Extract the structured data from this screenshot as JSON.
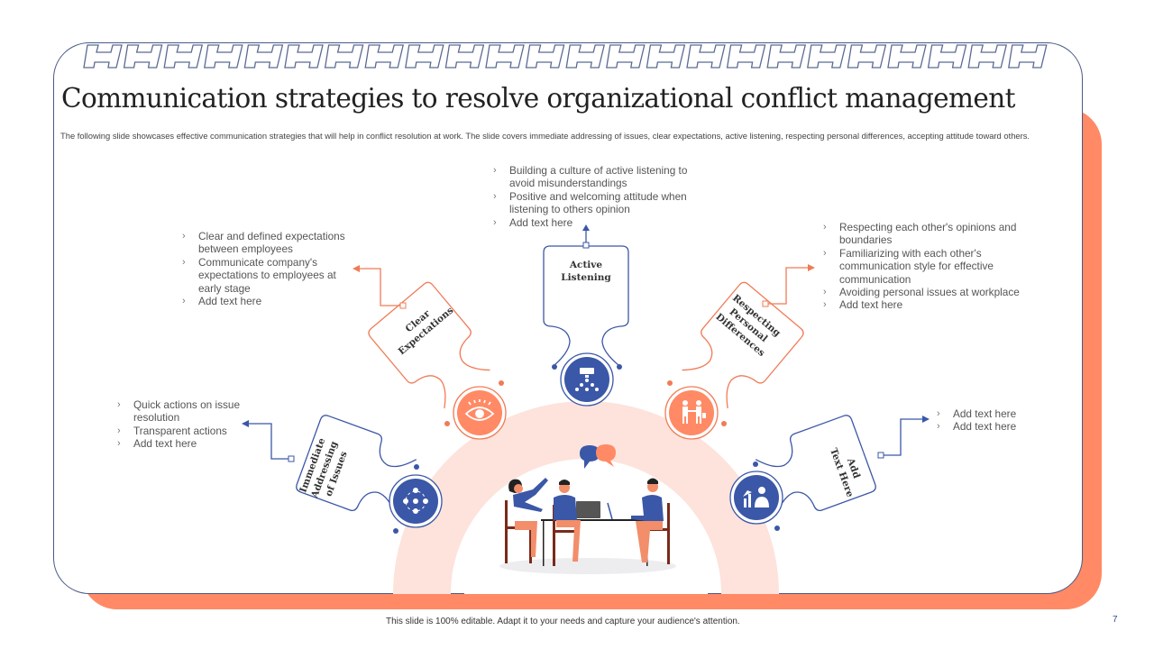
{
  "slide": {
    "title": "Communication strategies to resolve organizational conflict management",
    "subtitle": "The following slide showcases effective communication strategies that will help in conflict resolution at work. The slide covers immediate addressing of issues, clear expectations, active listening, respecting personal differences, accepting attitude toward others.",
    "footer": "This slide is 100% editable. Adapt it to your needs and capture your audience's attention.",
    "page_number": "7"
  },
  "colors": {
    "accent_blue": "#3B57A7",
    "accent_orange": "#FF8A65",
    "arc_pink": "#FDE3DC",
    "line_blue": "#4a5a88"
  },
  "nodes": [
    {
      "id": "immediate",
      "label_lines": [
        "Immediate",
        "Addressing",
        "of Issues"
      ],
      "icon": "team-network-icon",
      "color": "blue",
      "bullets": [
        "Quick actions on issue resolution",
        "Transparent actions",
        "Add text here"
      ]
    },
    {
      "id": "clear",
      "label_lines": [
        "Clear",
        "Expectations"
      ],
      "icon": "eye-icon",
      "color": "orange",
      "bullets": [
        "Clear and defined expectations between employees",
        "Communicate company's expectations to employees at early stage",
        "Add text here"
      ]
    },
    {
      "id": "active",
      "label_lines": [
        "Active",
        "Listening"
      ],
      "icon": "presentation-hierarchy-icon",
      "color": "blue",
      "bullets": [
        "Building a culture of active listening to avoid misunderstandings",
        "Positive and welcoming attitude when listening to others opinion",
        "Add text here"
      ]
    },
    {
      "id": "respecting",
      "label_lines": [
        "Respecting",
        "Personal",
        "Differences"
      ],
      "icon": "handshake-people-icon",
      "color": "orange",
      "bullets": [
        "Respecting each other's opinions and boundaries",
        "Familiarizing with each other's communication style for effective communication",
        "Avoiding personal issues at workplace",
        "Add text here"
      ]
    },
    {
      "id": "addtext",
      "label_lines": [
        "Add",
        "Text Here"
      ],
      "icon": "businessman-growth-icon",
      "color": "blue",
      "bullets": [
        "Add text here",
        "Add text here"
      ]
    }
  ],
  "illustration": {
    "name": "team-meeting-illustration",
    "description": "Three people talking at a table with laptops and speech bubbles"
  }
}
